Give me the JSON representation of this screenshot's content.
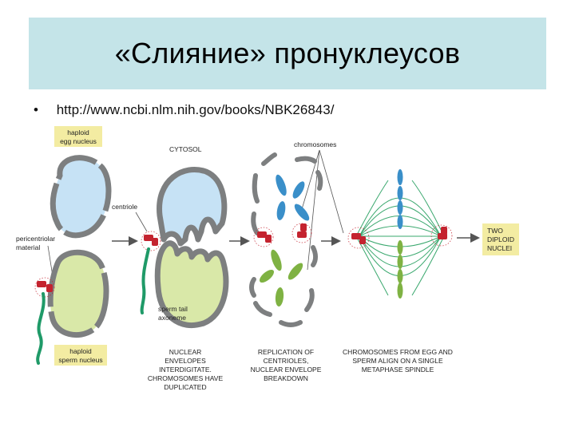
{
  "title": "«Слияние» пронуклеусов",
  "bullet": {
    "marker": "•",
    "url": "http://www.ncbi.nlm.nih.gov/books/NBK26843/"
  },
  "labels": {
    "egg_nucleus": [
      "haploid",
      "egg nucleus"
    ],
    "sperm_nucleus": [
      "haploid",
      "sperm nucleus"
    ],
    "cytosol": "CYTOSOL",
    "chromosomes": "chromosomes",
    "centriole": "centriole",
    "pericentriolar": [
      "pericentriolar",
      "material"
    ],
    "sperm_tail": [
      "sperm tail",
      "axoneme"
    ],
    "two_diploid": [
      "TWO",
      "DIPLOID",
      "NUCLEI"
    ],
    "caption_1": [
      "NUCLEAR",
      "ENVELOPES",
      "INTERDIGITATE.",
      "CHROMOSOMES HAVE",
      "DUPLICATED"
    ],
    "caption_2": [
      "REPLICATION OF",
      "CENTRIOLES,",
      "NUCLEAR ENVELOPE",
      "BREAKDOWN"
    ],
    "caption_3": [
      "CHROMOSOMES FROM EGG AND",
      "SPERM ALIGN ON A SINGLE",
      "METAPHASE SPINDLE"
    ]
  },
  "colors": {
    "title_band": "#c4e4e8",
    "label_box": "#f3eca2",
    "egg_fill": "#c6e2f5",
    "sperm_fill": "#d9e8a8",
    "envelope": "#7d7f80",
    "centriole": "#c4232f",
    "sperm_tail": "#1f9a68",
    "blue_chromosome": "#3a8fc9",
    "green_chromosome": "#7fb243",
    "spindle": "#3aa86e"
  }
}
